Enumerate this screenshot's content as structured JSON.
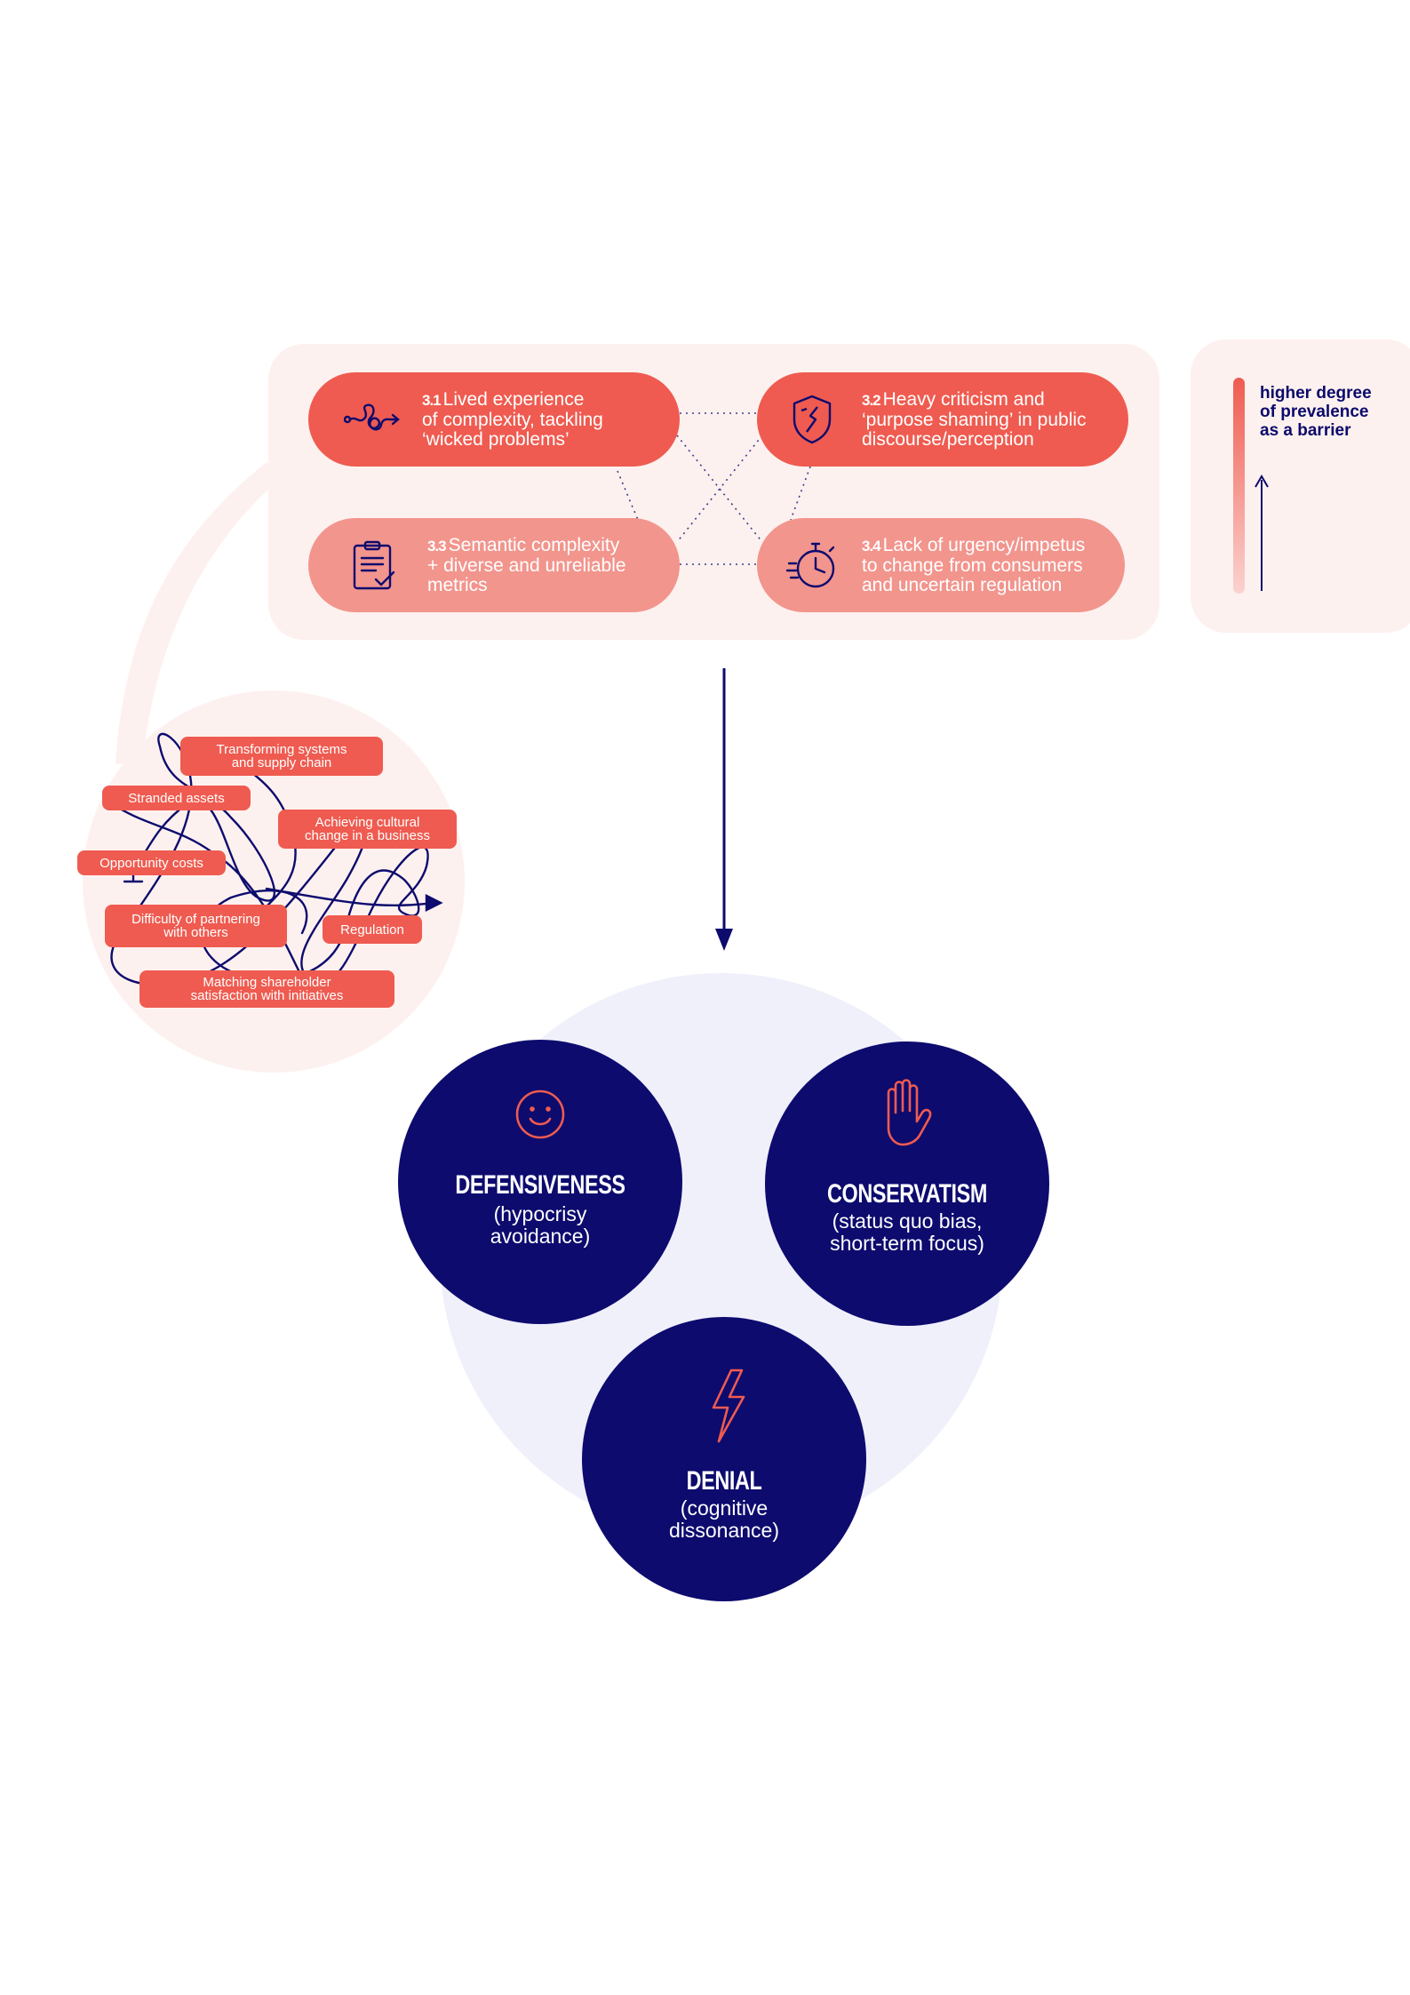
{
  "barriers": {
    "items": [
      {
        "number": "3.1",
        "text": "Lived experience\nof complexity, tackling\n‘wicked problems’",
        "icon": "tangled-arrow-icon"
      },
      {
        "number": "3.2",
        "text": "Heavy criticism and\n‘purpose shaming’ in public\ndiscourse/perception",
        "icon": "cracked-shield-icon"
      },
      {
        "number": "3.3",
        "text": "Semantic complexity\n+ diverse and unreliable\nmetrics",
        "icon": "clipboard-check-icon"
      },
      {
        "number": "3.4",
        "text": "Lack of urgency/impetus\nto change from consumers\nand uncertain regulation",
        "icon": "stopwatch-icon"
      }
    ]
  },
  "legend": {
    "text": "higher degree\nof prevalence\nas a barrier"
  },
  "complexity_tags": [
    "Transforming systems\nand supply chain",
    "Stranded assets",
    "Achieving cultural\nchange in a business",
    "Opportunity costs",
    "Difficulty of partnering\nwith others",
    "Regulation",
    "Matching shareholder\nsatisfaction with initiatives"
  ],
  "responses": [
    {
      "title": "DEFENSIVENESS",
      "subtitle": "(hypocrisy\navoidance)",
      "icon": "smiley-icon"
    },
    {
      "title": "CONSERVATISM",
      "subtitle": "(status quo bias,\nshort-term focus)",
      "icon": "raised-hand-icon"
    },
    {
      "title": "DENIAL",
      "subtitle": "(cognitive\ndissonance)",
      "icon": "lightning-icon"
    }
  ],
  "colors": {
    "navy": "#0d0b6e",
    "coral": "#ef5b50",
    "coral_light": "#f2958d",
    "panel": "#fdf1ef",
    "lavender": "#f0f0fb"
  }
}
